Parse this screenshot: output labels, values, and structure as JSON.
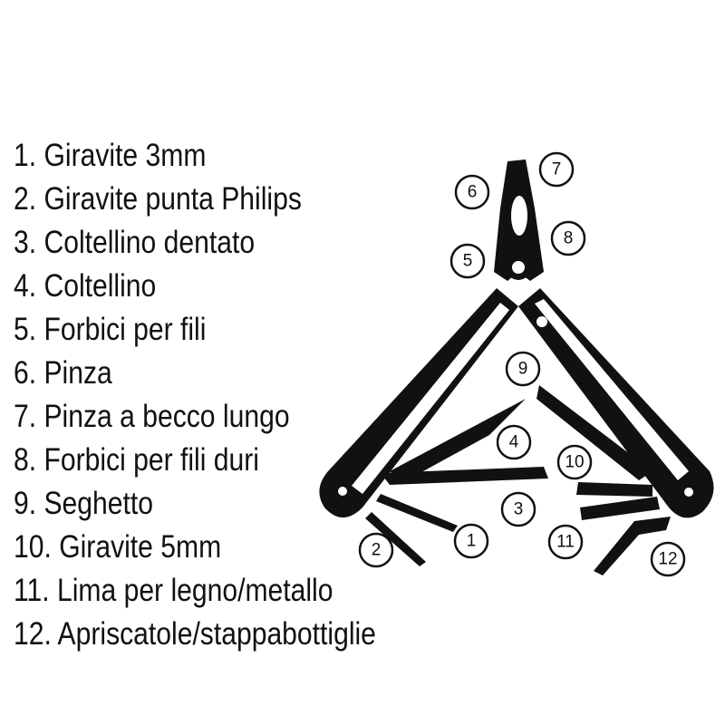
{
  "legend": [
    "1. Giravite 3mm",
    "2. Giravite punta Philips",
    "3. Coltellino dentato",
    "4. Coltellino",
    "5. Forbici per fili",
    "6. Pinza",
    "7. Pinza a becco lungo",
    "8. Forbici per fili duri",
    "9. Seghetto",
    "10. Giravite 5mm",
    "11. Lima per legno/metallo",
    "12. Apriscatole/stappabottiglie"
  ],
  "callouts": [
    "1",
    "2",
    "3",
    "4",
    "5",
    "6",
    "7",
    "8",
    "9",
    "10",
    "11",
    "12"
  ]
}
